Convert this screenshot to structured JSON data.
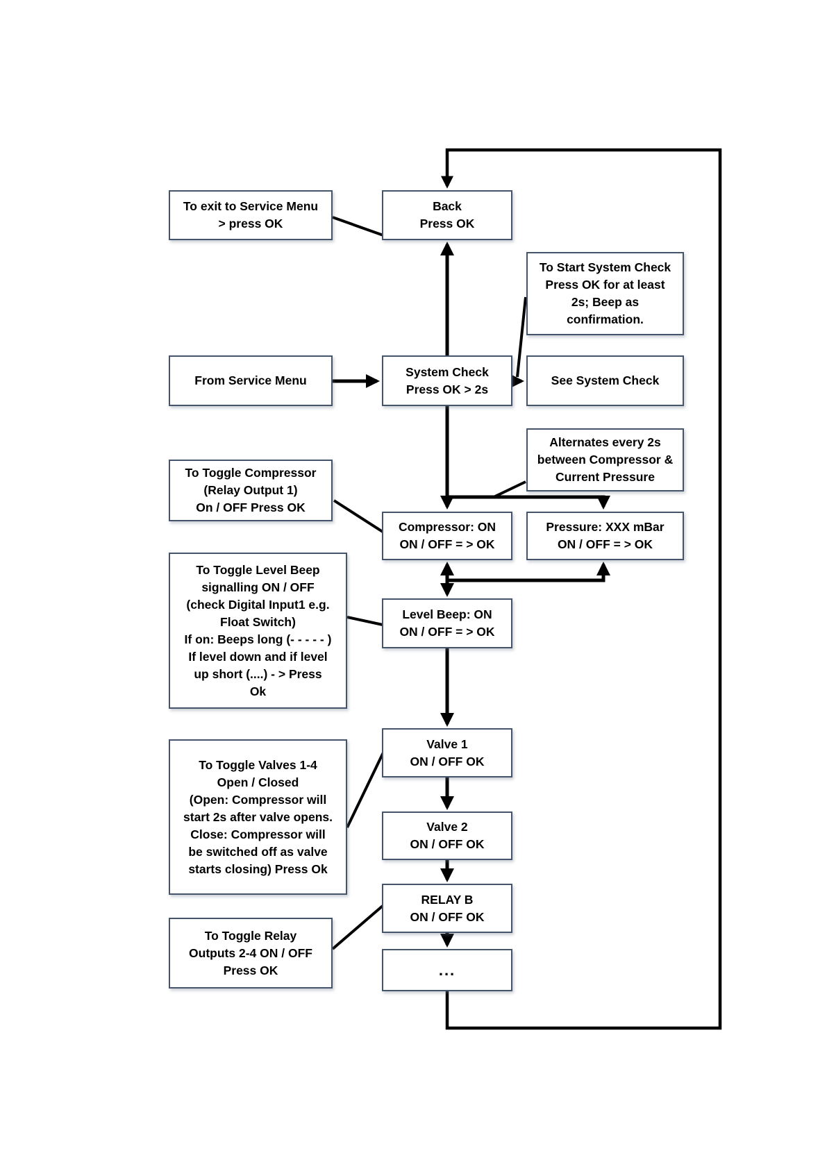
{
  "diagram": {
    "title": "System Check service menu flowchart",
    "boxes": {
      "back": "Back\nPress OK",
      "to_exit": "To exit to Service Menu\n> press OK",
      "to_start_note": "To Start System Check\nPress OK for at least\n2s; Beep as\nconfirmation.",
      "from_service_menu": "From Service Menu",
      "system_check": "System Check\nPress OK > 2s",
      "see_system_check": "See System Check",
      "alternates_note": "Alternates every 2s\nbetween Compressor &\nCurrent Pressure",
      "compressor": "Compressor: ON\nON / OFF = > OK",
      "pressure": "Pressure: XXX mBar\nON / OFF = > OK",
      "toggle_compressor_note": "To Toggle Compressor\n(Relay Output 1)\nOn / OFF Press OK",
      "toggle_level_beep_note": "To Toggle Level Beep\nsignalling ON / OFF\n(check Digital Input1 e.g.\nFloat Switch)\nIf on: Beeps long (- - - - - )\nIf level down and if level\nup short (....) - > Press\nOk",
      "level_beep": "Level Beep: ON\nON / OFF = > OK",
      "valve_1": "Valve 1\nON / OFF OK",
      "valve_2": "Valve 2\nON / OFF OK",
      "toggle_valves_note": "To Toggle Valves 1-4\nOpen / Closed\n(Open: Compressor will\nstart 2s after valve opens.\nClose: Compressor will\nbe switched off as valve\nstarts closing) Press Ok",
      "relay_b": "RELAY B\nON / OFF OK",
      "toggle_relay_note": "To Toggle Relay\nOutputs 2-4 ON / OFF\nPress OK",
      "ellipsis": "..."
    },
    "colors": {
      "box_border": "#44546A",
      "line": "#000000",
      "text": "#000000",
      "background": "#FFFFFF"
    }
  }
}
